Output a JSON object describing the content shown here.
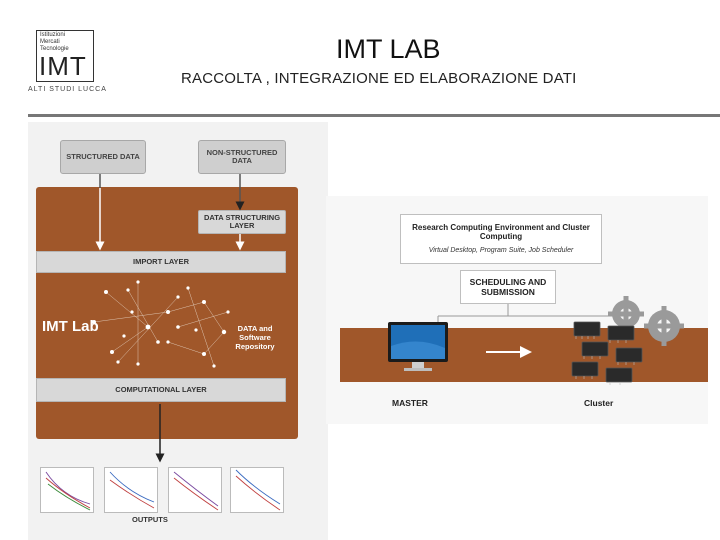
{
  "header": {
    "logo_lines": [
      "Istituzioni",
      "Mercati",
      "Tecnologie"
    ],
    "logo_text": "IMT",
    "logo_city": "ALTI STUDI LUCCA",
    "title": "IMT LAB",
    "subtitle": "RACCOLTA , INTEGRAZIONE ED ELABORAZIONE DATI"
  },
  "left_diagram": {
    "structured": "STRUCTURED DATA",
    "non_structured": "NON-STRUCTURED DATA",
    "structuring_layer": "DATA STRUCTURING LAYER",
    "import_layer": "IMPORT LAYER",
    "lab_label": "IMT Lab",
    "repository": "DATA and Software Repository",
    "computational_layer": "COMPUTATIONAL LAYER",
    "outputs": "OUTPUTS",
    "colors": {
      "panel": "#a0572a",
      "bar": "#d8d8d8"
    }
  },
  "right_diagram": {
    "env_title": "Research Computing Environment and Cluster Computing",
    "env_subtitle": "Virtual Desktop, Program Suite, Job Scheduler",
    "scheduling": "SCHEDULING AND SUBMISSION",
    "master": "MASTER",
    "cluster": "Cluster",
    "colors": {
      "band": "#a0572a"
    }
  }
}
